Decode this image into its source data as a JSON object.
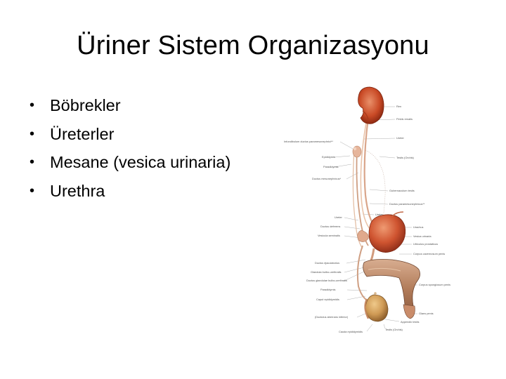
{
  "slide": {
    "title": "Üriner Sistem Organizasyonu",
    "bullets": [
      {
        "text": "Böbrekler"
      },
      {
        "text": "Üreterler"
      },
      {
        "text": "Mesane (vesica urinaria)"
      },
      {
        "text": "Urethra"
      }
    ]
  },
  "figure": {
    "labels": {
      "ren": "Ren",
      "pelvis_renalis": "Pelvis renalis",
      "ureter_upper": "Ureter",
      "infundibulum": "Infundibulum ductus paramesonephrici**",
      "epididymis": "Epididymis",
      "paradidymis_upper": "Paradidymis",
      "ductus_mesonephricus": "Ductus mesonephricus*",
      "testis_orchis_upper": "Testis (Orchis)",
      "gubernaculum": "Gubernaculum testis",
      "ductus_paramesonephricus": "Ductus paramesonephricus**",
      "ureter_lower": "Ureter",
      "ureter_mid": "Ureter",
      "ductus_deferens": "Ductus deferens",
      "vesicula_seminalis": "Vesicula seminalis",
      "urachus": "Urachus",
      "vesica_urinaria": "Vesica urinaria",
      "utriculus": "Utriculus prostaticus",
      "corpus_cavernosum": "Corpus cavernosum penis",
      "ductus_ejaculatorius": "Ductus ejaculatorius",
      "glandula_bulbo": "Glandula bulbo-urethralis",
      "ductus_glandulae": "Ductus glandulae bulbo-urethralis",
      "corpus_spongiosum": "Corpus spongiosum penis",
      "paradidymis_lower": "Paradidymis",
      "caput_epididymidis": "Caput epididymidis",
      "glans_penis": "Glans penis",
      "ductulus_aberrans": "(Ductulus aberrans inferior)",
      "appendix_testis": "Appendix testis",
      "cauda_epididymidis": "Cauda epididymidis",
      "testis_orchis_lower": "Testis (Orchis)"
    }
  }
}
